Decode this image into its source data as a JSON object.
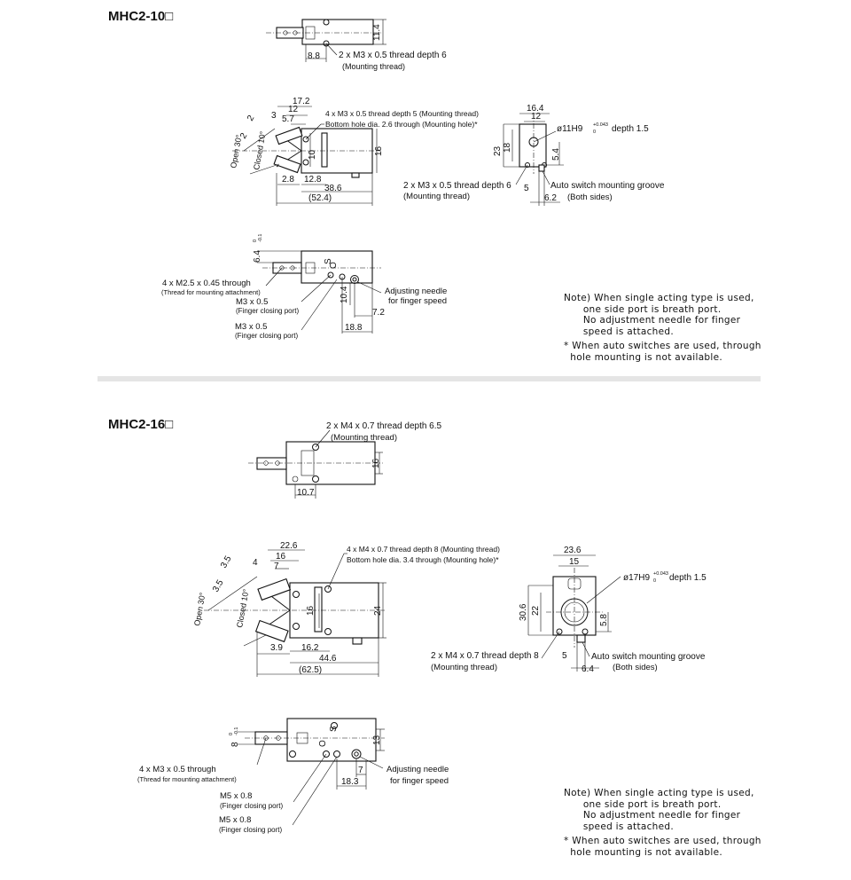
{
  "sections": [
    {
      "title": "MHC2-10□",
      "top_view": {
        "dims": [
          "11.4",
          "8.8"
        ],
        "callout": [
          "2 x M3 x 0.5 thread depth 6",
          "(Mounting thread)"
        ]
      },
      "side_view": {
        "dims": [
          "17.2",
          "12",
          "5.7",
          "3",
          "2",
          "2",
          "10",
          "16",
          "2.8",
          "12.8",
          "38.6",
          "(52.4)"
        ],
        "angles": [
          "Open 30°",
          "Closed 10°"
        ],
        "callout": [
          "4 x M3 x 0.5 thread depth 5 (Mounting thread)",
          "Bottom hole dia. 2.6 through (Mounting hole)*"
        ]
      },
      "end_view": {
        "dims": [
          "16.4",
          "12",
          "23",
          "18",
          "5.4",
          "5",
          "6.2"
        ],
        "bore": "ø11H9",
        "tol_upper": "+0.043",
        "tol_lower": "0",
        "bore_depth": "depth 1.5",
        "callout_left": [
          "2 x M3 x 0.5 thread depth 6",
          "(Mounting thread)"
        ],
        "callout_right": [
          "Auto switch mounting groove",
          "(Both sides)"
        ]
      },
      "bottom_view": {
        "dims": [
          "6.4",
          "0",
          "-0.1",
          "10.4",
          "7.2",
          "18.8"
        ],
        "marks": [
          "S",
          "O"
        ],
        "callouts": [
          [
            "4 x M2.5 x 0.45 through",
            "(Thread for mounting attachment)"
          ],
          [
            "M3 x 0.5",
            "(Finger closing port)"
          ],
          [
            "M3 x 0.5",
            "(Finger closing port)"
          ],
          [
            "Adjusting needle",
            "for finger speed"
          ]
        ]
      },
      "notes": [
        "Note) When single acting type is used,",
        "      one side port is breath port.",
        "      No adjustment needle for finger",
        "      speed is attached.",
        "* When auto switches are used, through",
        "  hole mounting is not available."
      ]
    },
    {
      "title": "MHC2-16□",
      "top_view": {
        "dims": [
          "16",
          "10.7"
        ],
        "callout": [
          "2 x M4 x 0.7 thread depth 6.5",
          "(Mounting thread)"
        ]
      },
      "side_view": {
        "dims": [
          "22.6",
          "16",
          "7",
          "4",
          "3.5",
          "3.5",
          "16",
          "24",
          "3.9",
          "16.2",
          "44.6",
          "(62.5)"
        ],
        "angles": [
          "Open 30°",
          "Closed 10°"
        ],
        "callout": [
          "4 x M4 x 0.7 thread depth 8 (Mounting thread)",
          "Bottom hole dia. 3.4 through (Mounting hole)*"
        ]
      },
      "end_view": {
        "dims": [
          "23.6",
          "15",
          "30.6",
          "22",
          "5.8",
          "5",
          "6.4"
        ],
        "bore": "ø17H9",
        "tol_upper": "+0.043",
        "tol_lower": "0",
        "bore_depth": "depth 1.5",
        "callout_left": [
          "2 x M4 x 0.7 thread depth 8",
          "(Mounting thread)"
        ],
        "callout_right": [
          "Auto switch mounting groove",
          "(Both sides)"
        ]
      },
      "bottom_view": {
        "dims": [
          "8",
          "0",
          "-0.1",
          "13",
          "7",
          "18.3"
        ],
        "marks": [
          "S",
          "O"
        ],
        "callouts": [
          [
            "4 x M3 x 0.5 through",
            "(Thread for mounting attachment)"
          ],
          [
            "M5 x 0.8",
            "(Finger closing port)"
          ],
          [
            "M5 x 0.8",
            "(Finger closing port)"
          ],
          [
            "Adjusting needle",
            "for finger speed"
          ]
        ]
      },
      "notes": [
        "Note) When single acting type is used,",
        "      one side port is breath port.",
        "      No adjustment needle for finger",
        "      speed is attached.",
        "* When auto switches are used, through",
        "  hole mounting is not available."
      ]
    }
  ]
}
